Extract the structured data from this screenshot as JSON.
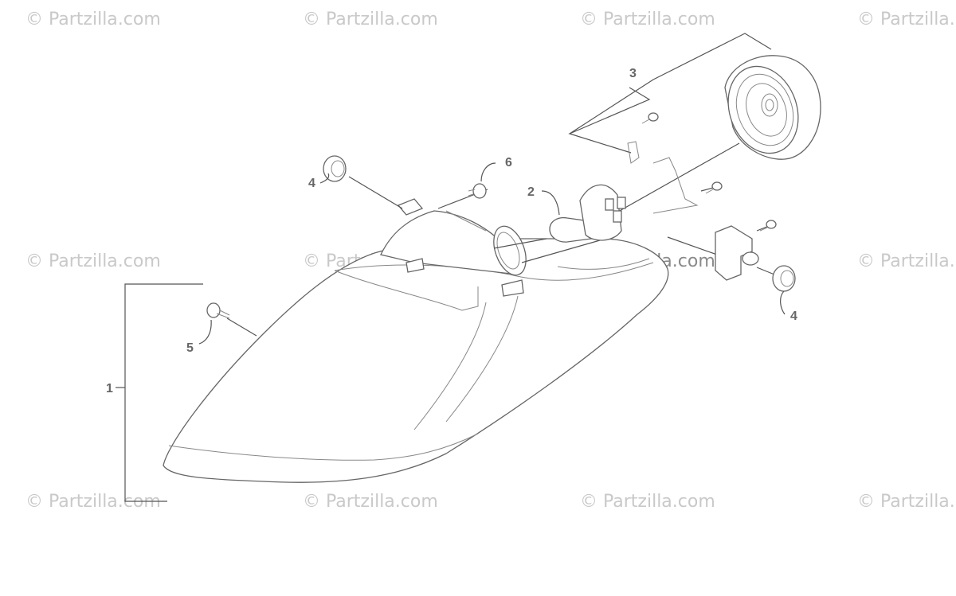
{
  "watermarks": {
    "text": "© Partzilla.com",
    "rows": [
      [
        "© Partzilla.com",
        "© Partzilla.com",
        "© Partzilla.com",
        "© Partzilla.com"
      ],
      [
        "© Partzilla.com",
        "© Partzilla.com",
        "© Partzilla.com",
        "© Partzilla.com"
      ],
      [
        "© Partzilla.com",
        "© Partzilla.com",
        "© Partzilla.com",
        "© Partzilla.com"
      ]
    ]
  },
  "callouts": {
    "c1": "1",
    "c2": "2",
    "c3": "3",
    "c4a": "4",
    "c4b": "4",
    "c5": "5",
    "c6": "6"
  },
  "colors": {
    "line": "#555555",
    "watermark": "#c9c9c9",
    "callout": "#666666"
  }
}
